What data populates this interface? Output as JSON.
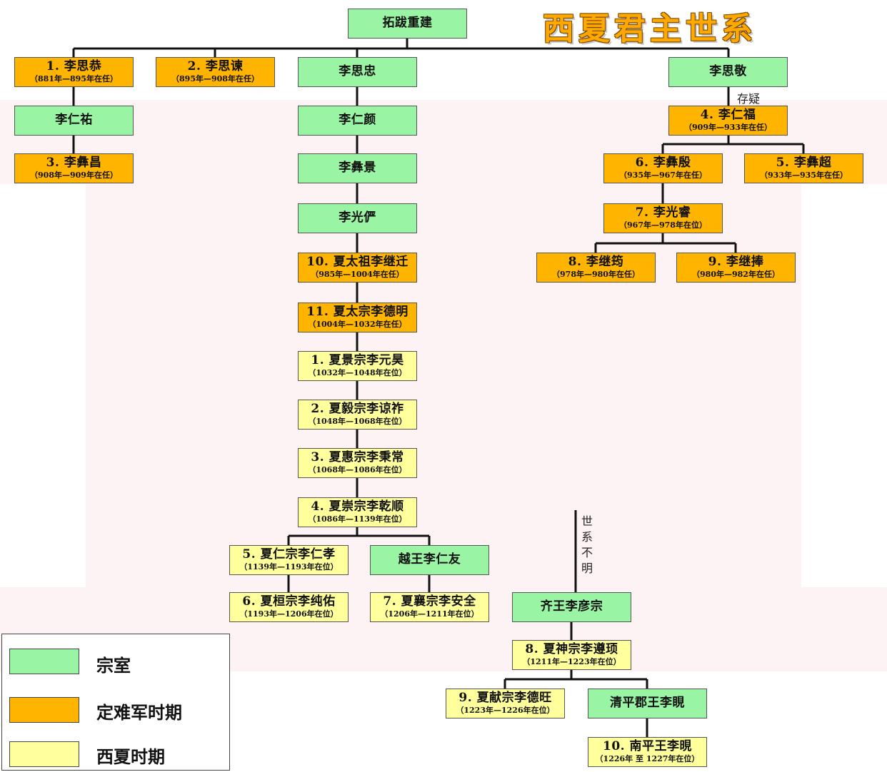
{
  "title": "西夏君主世系",
  "notes": {
    "doubt": "存疑",
    "unknown_lineage": "世系不明"
  },
  "colors": {
    "royal": "#99f5a3",
    "dingnan": "#ffb400",
    "xixia": "#ffff9c"
  },
  "legend": [
    {
      "kind": "royal",
      "label": "宗室"
    },
    {
      "kind": "dingnan",
      "label": "定难军时期"
    },
    {
      "kind": "xixia",
      "label": "西夏时期"
    }
  ],
  "nodes": [
    {
      "id": "tuoba",
      "name": "拓跋重建",
      "kind": "royal"
    },
    {
      "id": "sigong",
      "name": "1. 李思恭",
      "reign": "（881年—895年在任）",
      "kind": "dingnan"
    },
    {
      "id": "sijian",
      "name": "2. 李思谏",
      "reign": "（895年—908年在任）",
      "kind": "dingnan"
    },
    {
      "id": "sizhong",
      "name": "李思忠",
      "kind": "royal"
    },
    {
      "id": "siqing",
      "name": "李思敬",
      "kind": "royal"
    },
    {
      "id": "renyou",
      "name": "李仁祐",
      "kind": "royal"
    },
    {
      "id": "renyan",
      "name": "李仁颜",
      "kind": "royal"
    },
    {
      "id": "renfu",
      "name": "4. 李仁福",
      "reign": "（909年—933年在任）",
      "kind": "dingnan"
    },
    {
      "id": "yichang",
      "name": "3. 李彝昌",
      "reign": "（908年—909年在任）",
      "kind": "dingnan"
    },
    {
      "id": "yijing",
      "name": "李彝景",
      "kind": "royal"
    },
    {
      "id": "yiyin",
      "name": "6. 李彝殷",
      "reign": "（935年—967年在任）",
      "kind": "dingnan"
    },
    {
      "id": "yichao",
      "name": "5. 李彝超",
      "reign": "（933年—935年在任）",
      "kind": "dingnan"
    },
    {
      "id": "guangyan",
      "name": "李光俨",
      "kind": "royal"
    },
    {
      "id": "guangrui",
      "name": "7. 李光睿",
      "reign": "（967年—978年在位）",
      "kind": "dingnan"
    },
    {
      "id": "jiyun",
      "name": "8. 李继筠",
      "reign": "（978年—980年在任）",
      "kind": "dingnan"
    },
    {
      "id": "jipeng",
      "name": "9. 李继捧",
      "reign": "（980年—982年在任）",
      "kind": "dingnan"
    },
    {
      "id": "jiqian",
      "name": "10. 夏太祖李继迁",
      "reign": "（985年—1004年在任）",
      "kind": "dingnan"
    },
    {
      "id": "deming",
      "name": "11. 夏太宗李德明",
      "reign": "（1004年—1032年在任）",
      "kind": "dingnan"
    },
    {
      "id": "yuanhao",
      "name": "1. 夏景宗李元昊",
      "reign": "（1032年—1048年在位）",
      "kind": "xixia"
    },
    {
      "id": "liangzuo",
      "name": "2. 夏毅宗李谅祚",
      "reign": "（1048年—1068年在位）",
      "kind": "xixia"
    },
    {
      "id": "bingchang",
      "name": "3. 夏惠宗李秉常",
      "reign": "（1068年—1086年在位）",
      "kind": "xixia"
    },
    {
      "id": "qianshun",
      "name": "4. 夏崇宗李乾顺",
      "reign": "（1086年—1139年在位）",
      "kind": "xixia"
    },
    {
      "id": "renxiao",
      "name": "5. 夏仁宗李仁孝",
      "reign": "（1139年—1193年在位）",
      "kind": "xixia"
    },
    {
      "id": "renyou2",
      "name": "越王李仁友",
      "kind": "royal"
    },
    {
      "id": "chunyou",
      "name": "6. 夏桓宗李纯佑",
      "reign": "（1193年—1206年在位）",
      "kind": "xixia"
    },
    {
      "id": "anquan",
      "name": "7. 夏襄宗李安全",
      "reign": "（1206年—1211年在位）",
      "kind": "xixia"
    },
    {
      "id": "yanzong",
      "name": "齐王李彦宗",
      "kind": "royal"
    },
    {
      "id": "zunxu",
      "name": "8. 夏神宗李遵顼",
      "reign": "（1211年—1223年在位）",
      "kind": "xixia"
    },
    {
      "id": "dewang",
      "name": "9. 夏献宗李德旺",
      "reign": "（1223年—1226年在位）",
      "kind": "xixia"
    },
    {
      "id": "qingping",
      "name": "清平郡王李睍",
      "kind": "royal"
    },
    {
      "id": "xian",
      "name": "10. 南平王李晛",
      "reign": "（1226年 至 1227年在位）",
      "kind": "xixia"
    }
  ]
}
